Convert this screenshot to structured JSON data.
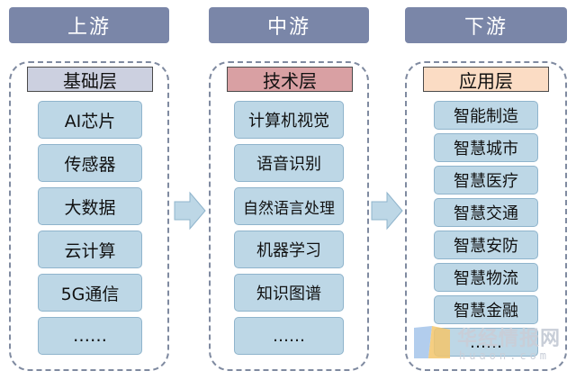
{
  "columns": [
    {
      "header": "上游",
      "layer_title": "基础层",
      "items": [
        "AI芯片",
        "传感器",
        "大数据",
        "云计算",
        "5G通信",
        "……"
      ]
    },
    {
      "header": "中游",
      "layer_title": "技术层",
      "items": [
        "计算机视觉",
        "语音识别",
        "自然语言处理",
        "机器学习",
        "知识图谱",
        "……"
      ]
    },
    {
      "header": "下游",
      "layer_title": "应用层",
      "items": [
        "智能制造",
        "智慧城市",
        "智慧医疗",
        "智慧交通",
        "智慧安防",
        "智慧物流",
        "智慧金融",
        "……"
      ]
    }
  ],
  "watermark": {
    "brand": "华经情报网",
    "site": "huaon.com"
  },
  "colors": {
    "header_bg": "#7a86a8",
    "item_bg": "#bdd7e6",
    "layer1_bg": "#ccd0e0",
    "layer2_bg": "#d9a0a3",
    "layer3_bg": "#fbdcc4",
    "arrow": "#bdd7e6"
  }
}
